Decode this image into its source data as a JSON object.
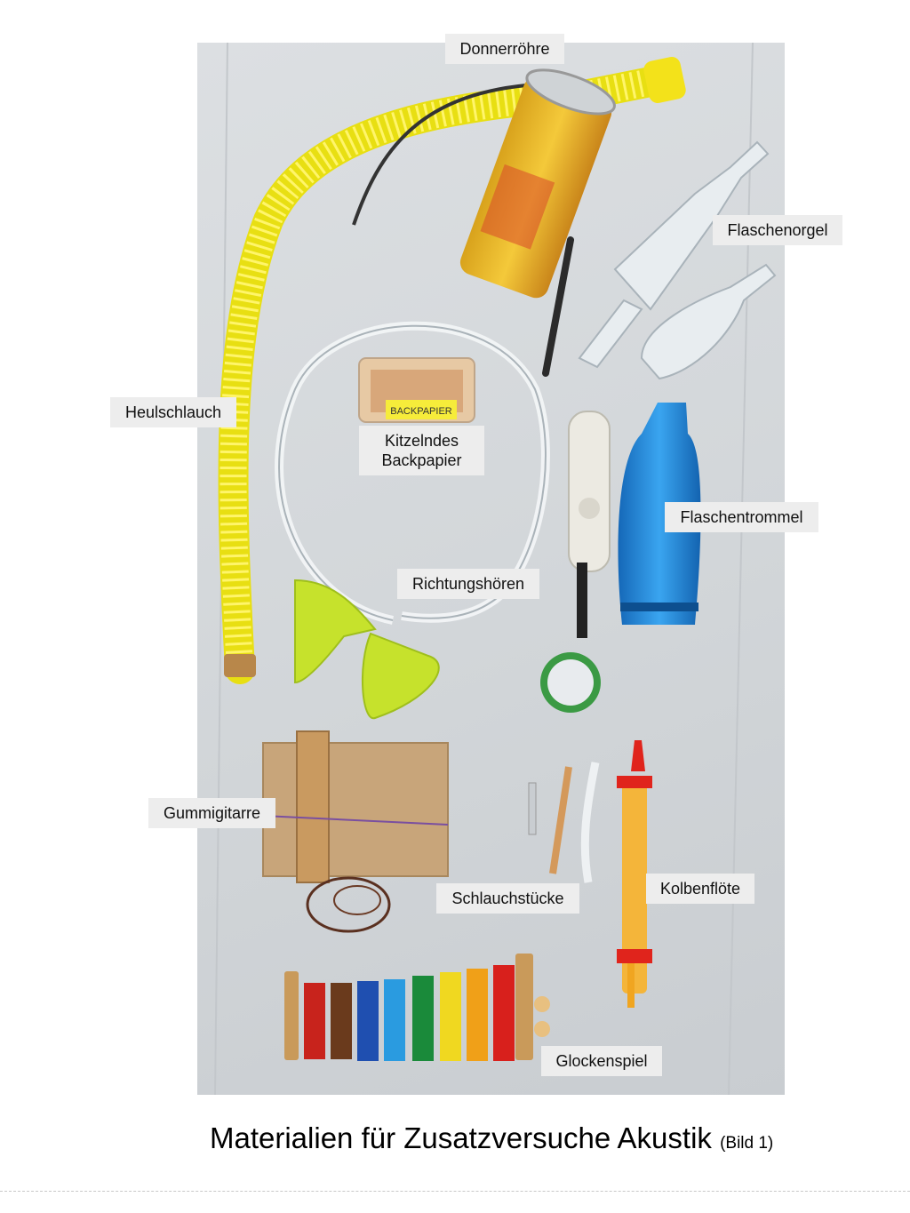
{
  "labels": {
    "donnerroehre": "Donnerröhre",
    "flaschenorgel": "Flaschenorgel",
    "heulschlauch": "Heulschlauch",
    "kitzelndes_backpapier_line1": "Kitzelndes",
    "kitzelndes_backpapier_line2": "Backpapier",
    "flaschentrommel": "Flaschentrommel",
    "richtungshoeren": "Richtungshören",
    "gummigitarre": "Gummigitarre",
    "schlauchstuecke": "Schlauchstücke",
    "kolbenfloete": "Kolbenflöte",
    "glockenspiel": "Glockenspiel"
  },
  "photo_text": {
    "backpapier_tag": "BACKPAPIER"
  },
  "caption": {
    "main": "Materialien für Zusatzversuche Akustik",
    "suffix": "(Bild 1)"
  },
  "colors": {
    "hose": "#f2ea1f",
    "funnel": "#c8e62a",
    "blue_bottle": "#1f86d8",
    "label_bg": "#ededed"
  }
}
